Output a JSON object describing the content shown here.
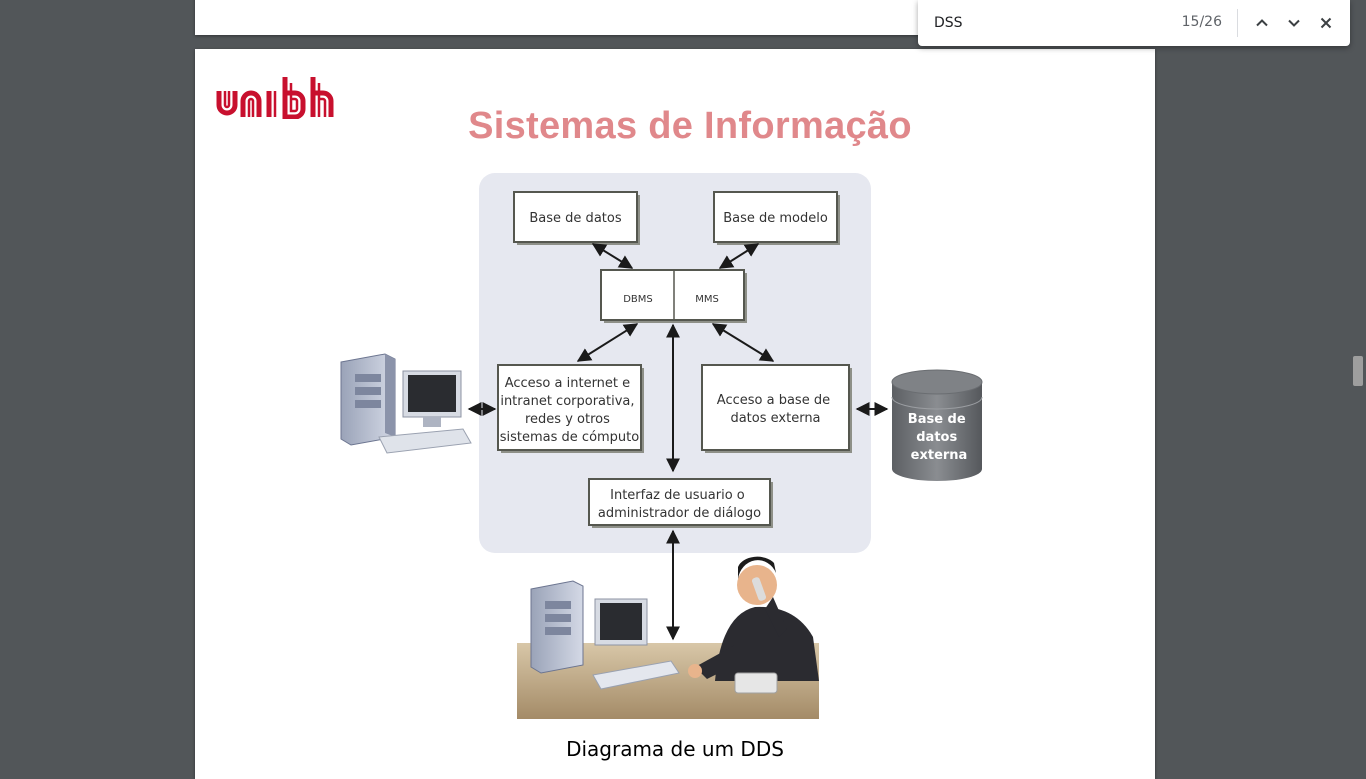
{
  "find_bar": {
    "query": "DSS",
    "match_count": "15/26"
  },
  "slide": {
    "logo_text": "unibh",
    "title": "Sistemas de Informação",
    "caption": "Diagrama de um DDS"
  },
  "diagram": {
    "base_datos": "Base de datos",
    "base_modelo": "Base de modelo",
    "dbms": "DBMS",
    "mms": "MMS",
    "acceso_internet": [
      "Acceso a internet e",
      "intranet corporativa,",
      "redes y otros",
      "sistemas de cómputo"
    ],
    "acceso_externa": [
      "Acceso a base de",
      "datos externa"
    ],
    "interfaz": [
      "Interfaz de usuario o",
      "administrador de diálogo"
    ],
    "base_externa": [
      "Base de",
      "datos",
      "externa"
    ]
  },
  "colors": {
    "title": "#e0888b",
    "logo": "#c8102e",
    "viewer_bg": "#525659",
    "panel": "#e6e8f0"
  }
}
